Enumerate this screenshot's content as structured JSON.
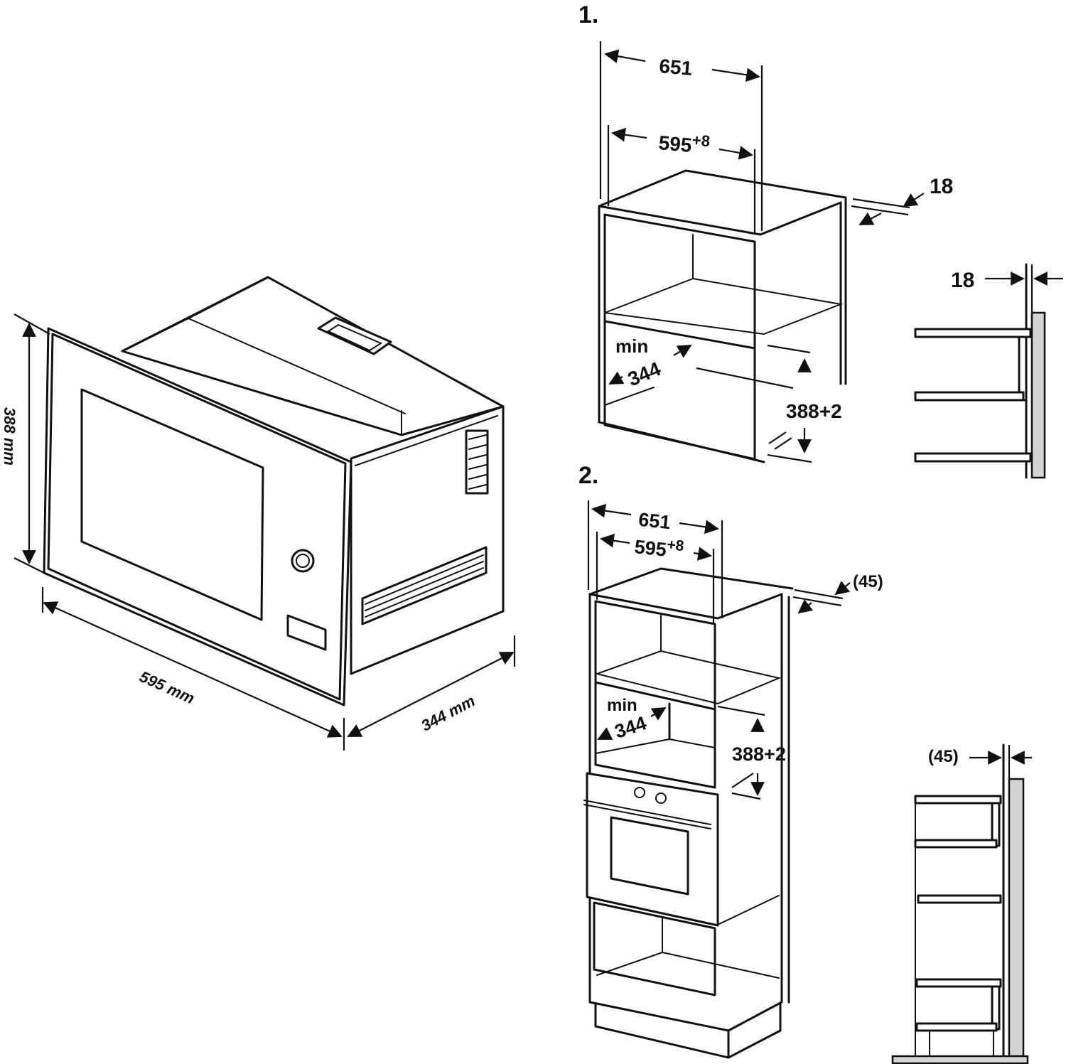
{
  "appliance": {
    "height_label": "388 mm",
    "width_label": "595 mm",
    "depth_label": "344 mm"
  },
  "installation_1": {
    "step": "1.",
    "outer_width": "651",
    "niche_width": "595",
    "niche_width_tol": "+8",
    "panel_thickness": "18",
    "side_thickness": "18",
    "min_label": "min",
    "min_depth": "344",
    "niche_height": "388+2"
  },
  "installation_2": {
    "step": "2.",
    "outer_width": "651",
    "niche_width": "595",
    "niche_width_tol": "+8",
    "offset": "(45)",
    "side_offset": "(45)",
    "min_label": "min",
    "min_depth": "344",
    "niche_height": "388+2"
  }
}
